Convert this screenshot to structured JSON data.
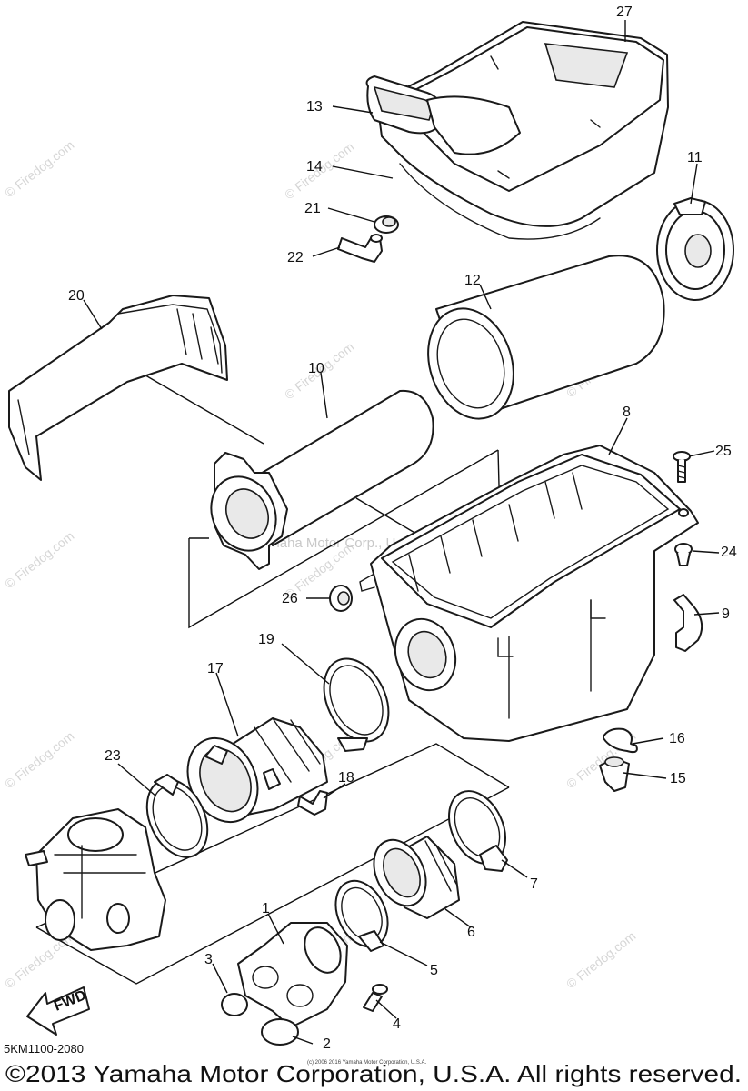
{
  "watermarks": {
    "firedog": "© Firedog.com",
    "center": "Yamaha Motor Corp., U.S.A."
  },
  "callouts": {
    "c1": "1",
    "c2": "2",
    "c3": "3",
    "c4": "4",
    "c5": "5",
    "c6": "6",
    "c7": "7",
    "c8": "8",
    "c9": "9",
    "c10": "10",
    "c11": "11",
    "c12": "12",
    "c13": "13",
    "c14": "14",
    "c15": "15",
    "c16": "16",
    "c17": "17",
    "c18": "18",
    "c19": "19",
    "c20": "20",
    "c21": "21",
    "c22": "22",
    "c23": "23",
    "c24": "24",
    "c25": "25",
    "c26": "26",
    "c27": "27"
  },
  "fwd_label": "FWD",
  "diagram_number": "5KM1100-2080",
  "small_print": "(c) 2006 2016 Yamaha Motor Corporation, U.S.A.",
  "copyright": "©2013 Yamaha Motor Corporation, U.S.A. All rights reserved."
}
